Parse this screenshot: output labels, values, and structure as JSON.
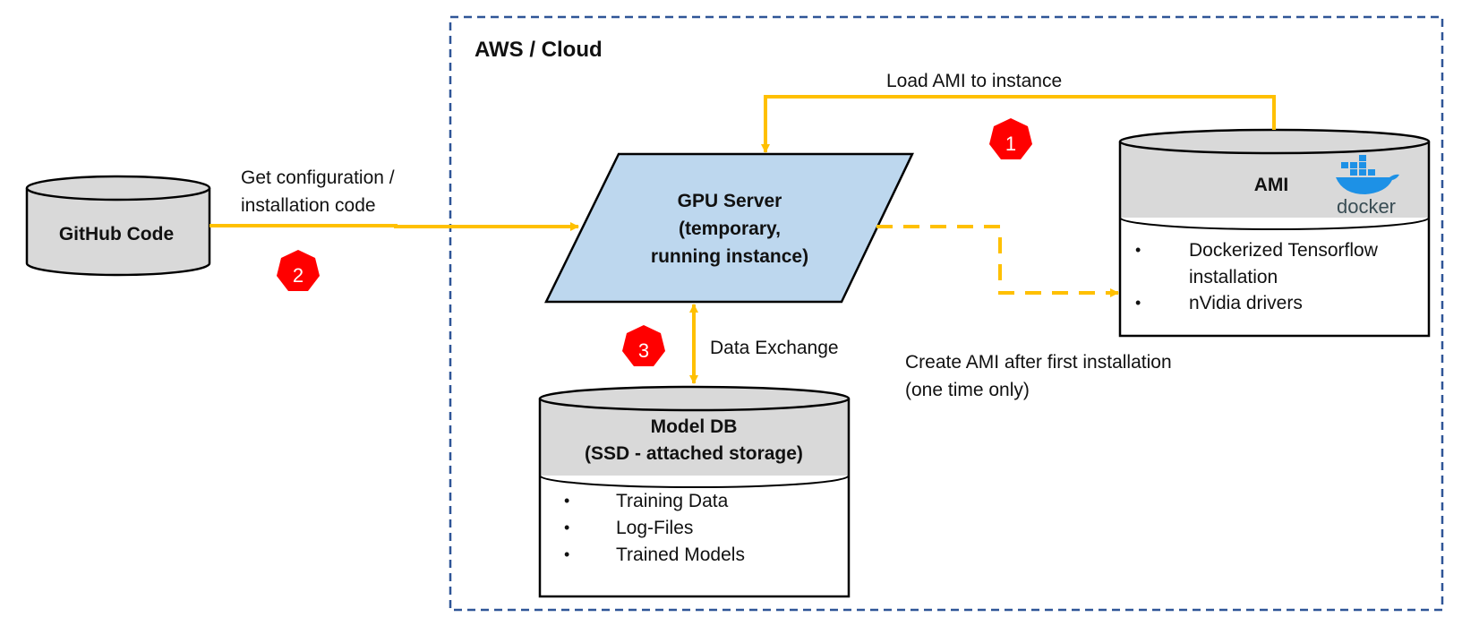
{
  "cloud": {
    "title": "AWS / Cloud"
  },
  "github": {
    "label": "GitHub Code"
  },
  "gpu_server": {
    "lines": [
      "GPU Server",
      "(temporary,",
      "running instance)"
    ]
  },
  "ami": {
    "title": "AMI",
    "logo_text": "docker",
    "items": [
      "Dockerized Tensorflow",
      "installation",
      "nVidia drivers"
    ]
  },
  "model_db": {
    "title_lines": [
      "Model DB",
      "(SSD - attached storage)"
    ],
    "items": [
      "Training Data",
      "Log-Files",
      "Trained Models"
    ]
  },
  "edges": {
    "load_ami": "Load AMI to instance",
    "get_config": [
      "Get configuration /",
      "installation code"
    ],
    "data_exchange": "Data Exchange",
    "create_ami": [
      "Create AMI after first installation",
      "(one time only)"
    ]
  },
  "badges": {
    "one": "1",
    "two": "2",
    "three": "3"
  },
  "bullet": "•",
  "colors": {
    "arrow": "#FFC000",
    "badge": "#FF0000",
    "server_fill": "#BDD7EE",
    "db_header": "#D9D9D9",
    "cloud_border": "#2F5597",
    "docker_blue": "#1D91E6"
  }
}
